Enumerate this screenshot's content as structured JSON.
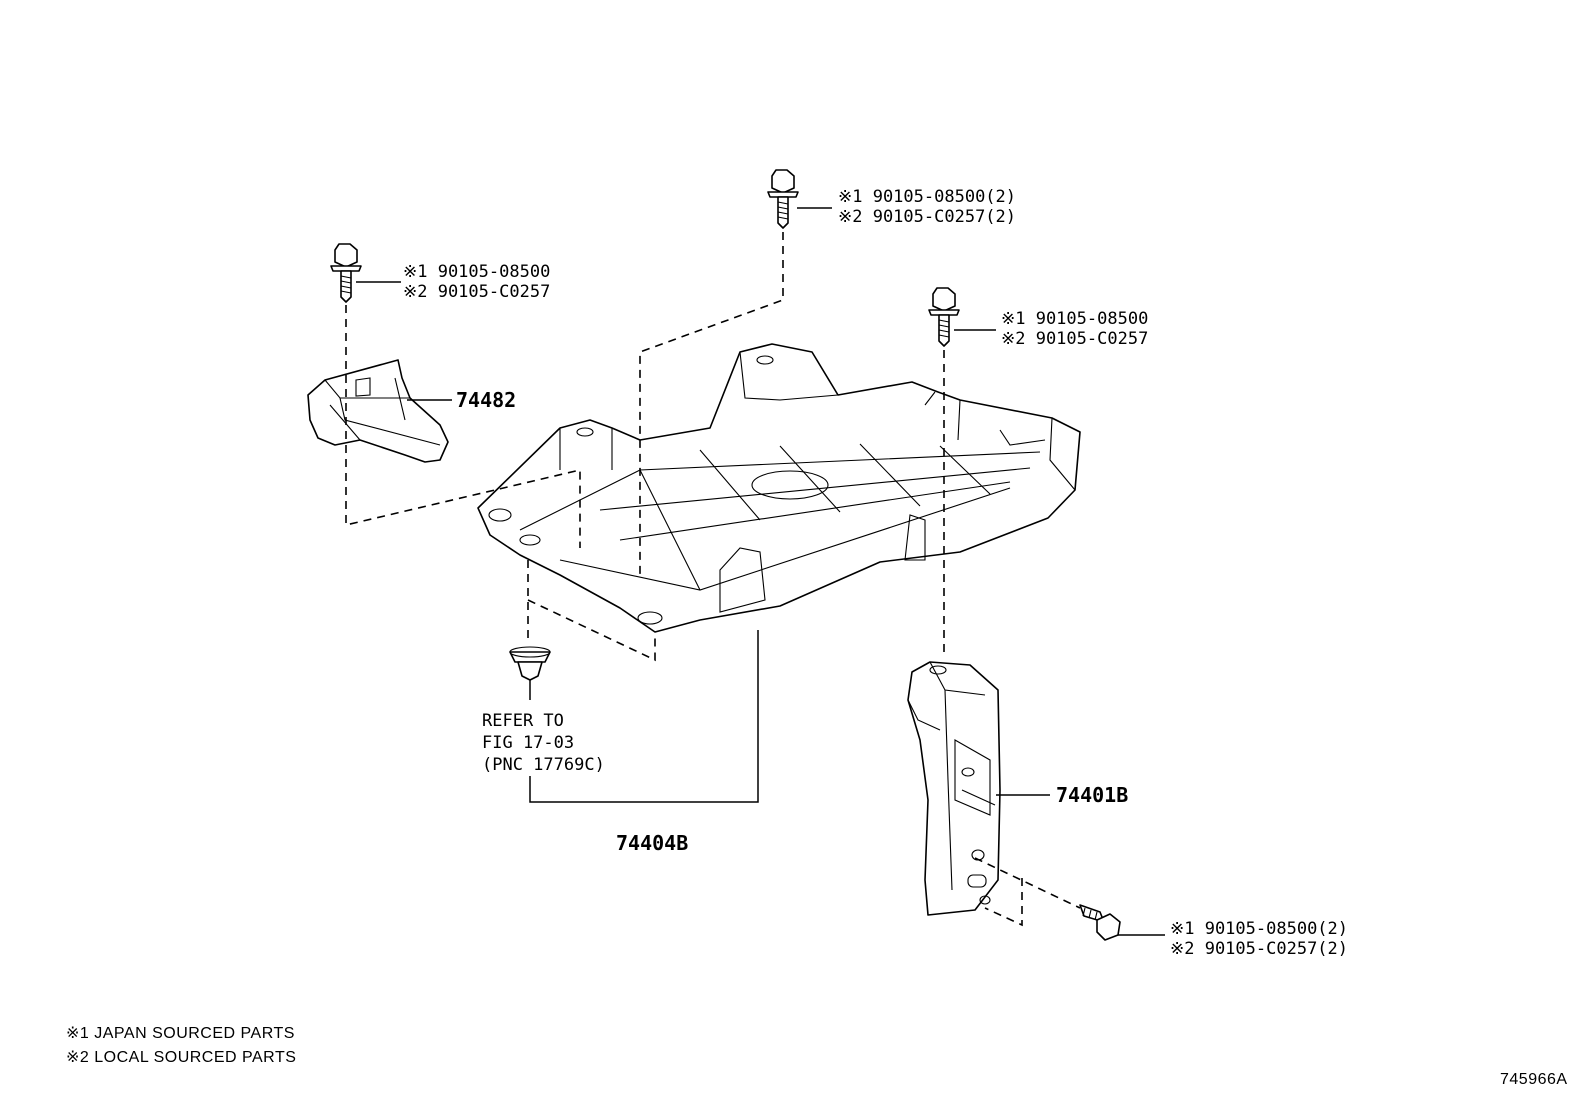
{
  "parts": {
    "bolt_top_center": {
      "line1": "※1 90105-08500(2)",
      "line2": "※2 90105-C0257(2)"
    },
    "bolt_top_left": {
      "line1": "※1 90105-08500",
      "line2": "※2 90105-C0257"
    },
    "bolt_right": {
      "line1": "※1 90105-08500",
      "line2": "※2 90105-C0257"
    },
    "bolt_bottom_right": {
      "line1": "※1 90105-08500(2)",
      "line2": "※2 90105-C0257(2)"
    },
    "bracket_left": "74482",
    "tray": "74404B",
    "stay": "74401B",
    "refer": {
      "line1": "REFER TO",
      "line2": "FIG 17-03",
      "line3": "(PNC 17769C)"
    }
  },
  "legend": {
    "note1": "※1 JAPAN SOURCED PARTS",
    "note2": "※2 LOCAL SOURCED PARTS"
  },
  "figure_id": "745966A"
}
